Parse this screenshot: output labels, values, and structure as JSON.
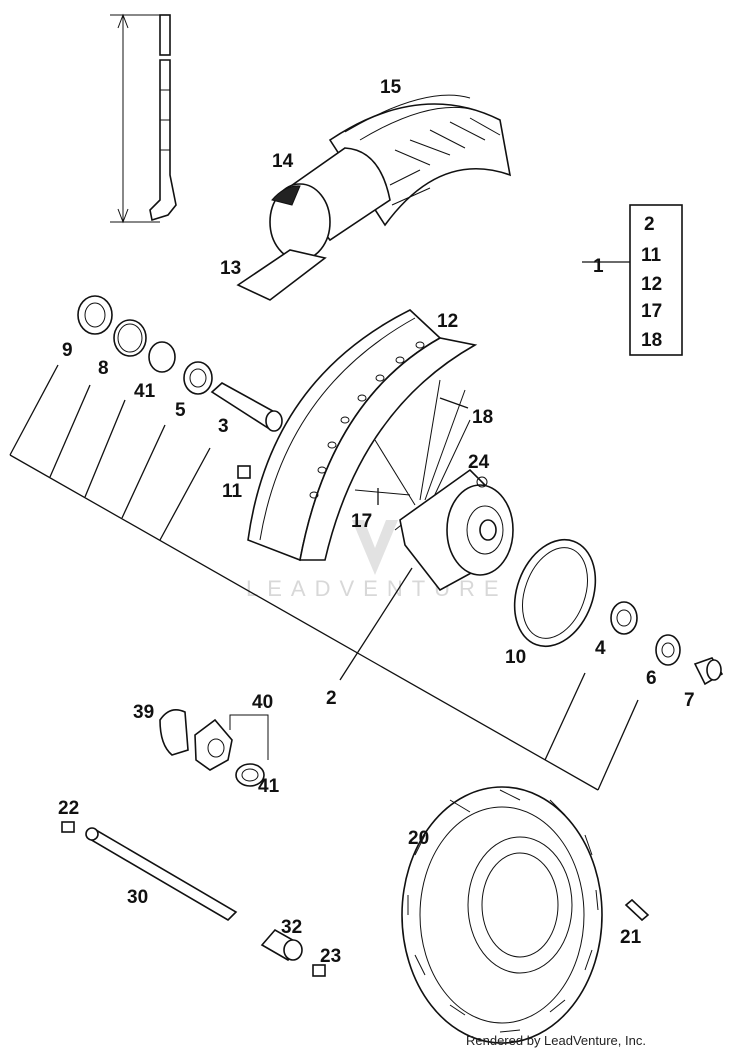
{
  "diagram": {
    "part_numbers": {
      "p1": "1",
      "p2": "2",
      "p3": "3",
      "p4": "4",
      "p5": "5",
      "p6": "6",
      "p7": "7",
      "p8": "8",
      "p9": "9",
      "p10": "10",
      "p11": "11",
      "p12": "12",
      "p13": "13",
      "p14": "14",
      "p15": "15",
      "p17": "17",
      "p18": "18",
      "p20": "20",
      "p21": "21",
      "p22": "22",
      "p23": "23",
      "p24": "24",
      "p30": "30",
      "p32": "32",
      "p39": "39",
      "p40": "40",
      "p41a": "41",
      "p41b": "41"
    },
    "kit_box": {
      "items": [
        "2",
        "11",
        "12",
        "17",
        "18"
      ]
    },
    "watermark": "LEADVENTURE"
  },
  "credit": "Rendered by LeadVenture, Inc."
}
